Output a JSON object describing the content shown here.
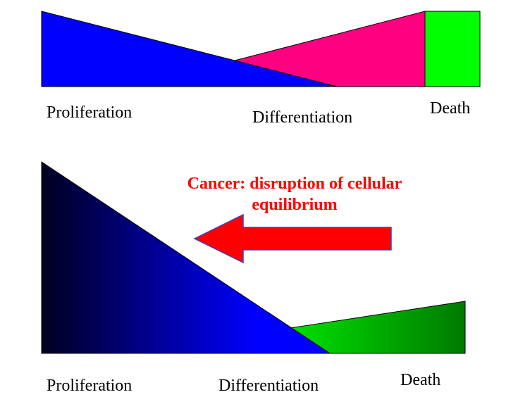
{
  "colors": {
    "proliferation_top": "#0000FF",
    "differentiation_top": "#FF0080",
    "death_top": "#00FF00",
    "proliferation_bottom_dark": "#000020",
    "proliferation_bottom_light": "#0000FF",
    "death_bottom_light": "#00E000",
    "death_bottom_dark": "#007A00",
    "arrow_fill": "#FF0000",
    "arrow_stroke": "#4040C0",
    "caption": "#FF0000"
  },
  "top_panel": {
    "proliferation_label": "Proliferation",
    "differentiation_label": "Differentiation",
    "death_label": "Death"
  },
  "bottom_panel": {
    "caption_line1": "Cancer: disruption of cellular",
    "caption_line2": "equilibrium",
    "proliferation_label": "Proliferation",
    "differentiation_label": "Differentiation",
    "death_label": "Death"
  }
}
